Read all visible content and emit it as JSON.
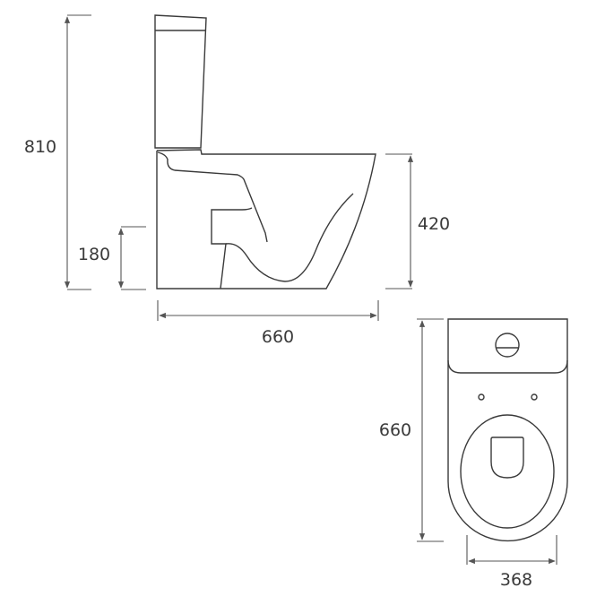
{
  "dimensions": {
    "total_height": "810",
    "outlet_height": "180",
    "bowl_height": "420",
    "side_length": "660",
    "top_length": "660",
    "width": "368"
  },
  "colors": {
    "line": "#3a3a3a"
  }
}
